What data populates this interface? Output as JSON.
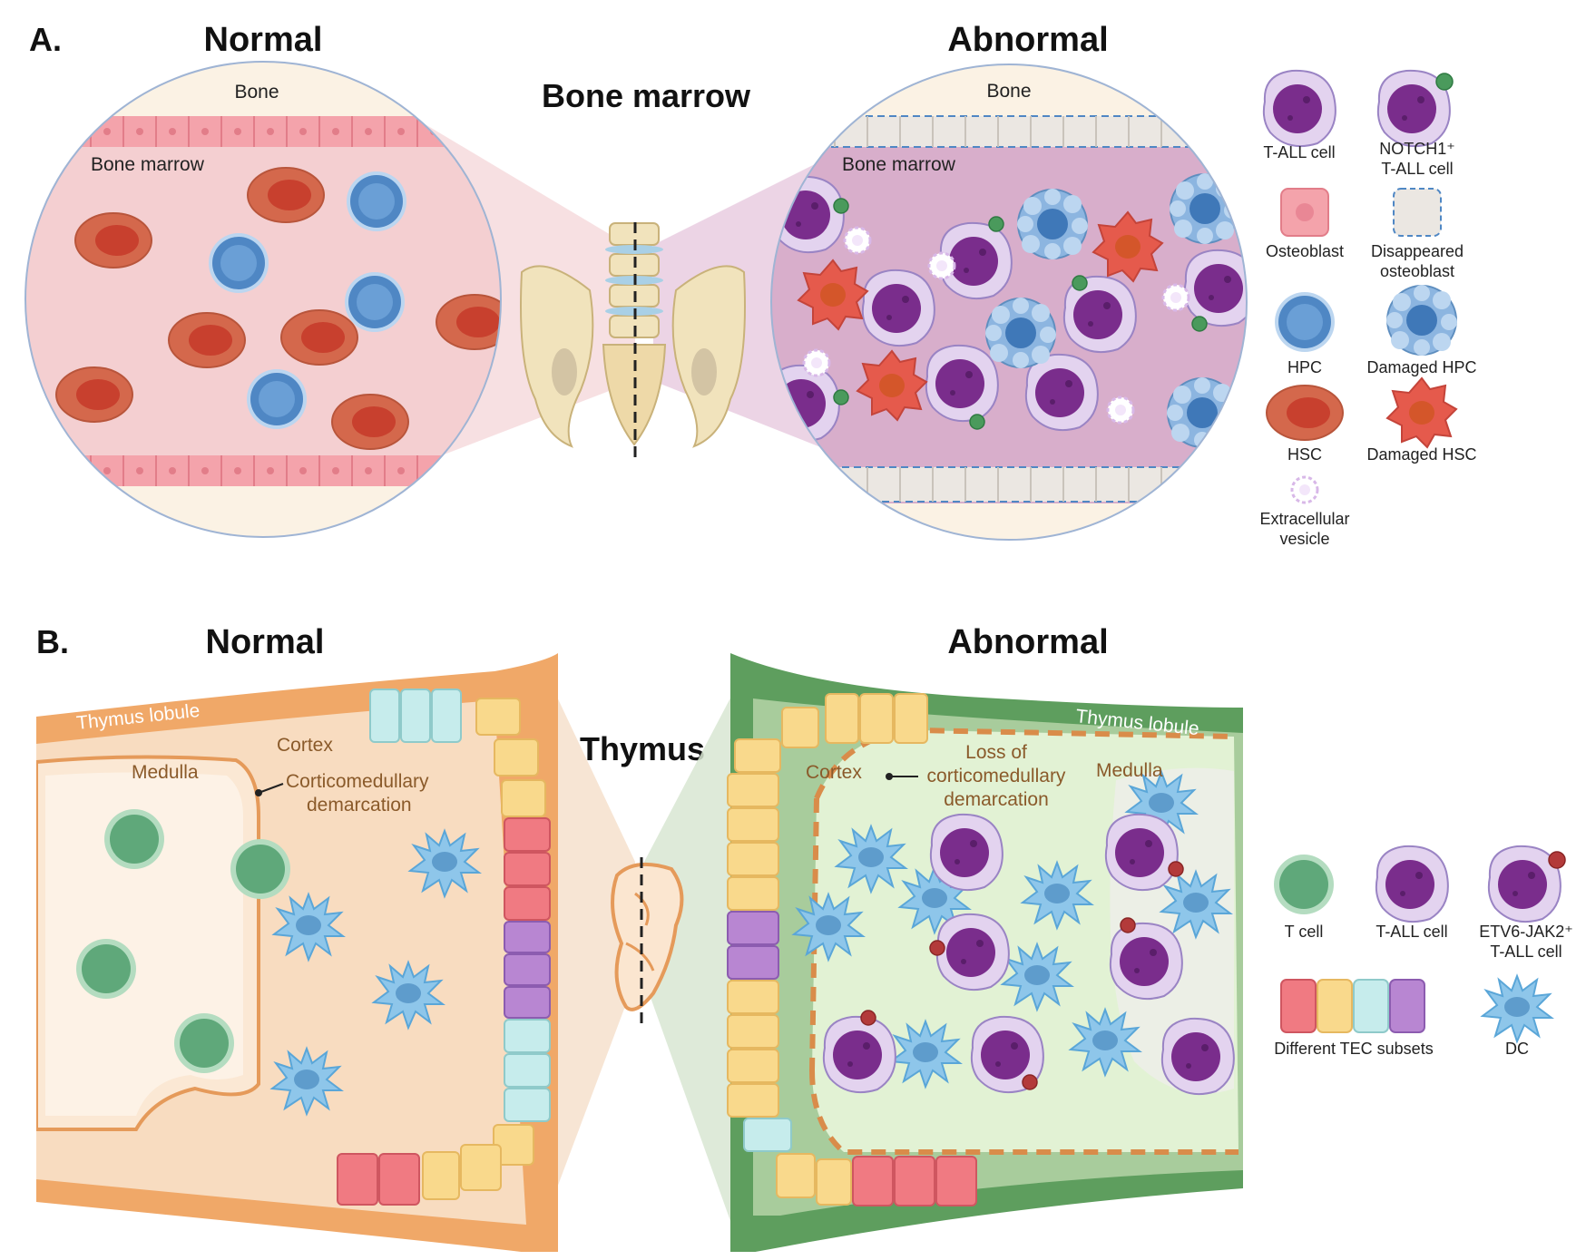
{
  "panel_a": {
    "letter": "A.",
    "normal": "Normal",
    "abnormal": "Abnormal",
    "center": "Bone marrow",
    "bone_left": "Bone",
    "marrow_left": "Bone marrow",
    "bone_right": "Bone",
    "marrow_right": "Bone marrow",
    "legend": {
      "tall": "T-ALL cell",
      "notch1_l1": "NOTCH1⁺",
      "notch1_l2": "T-ALL cell",
      "osteoblast": "Osteoblast",
      "dis_l1": "Disappeared",
      "dis_l2": "osteoblast",
      "hpc": "HPC",
      "dhpc": "Damaged HPC",
      "hsc": "HSC",
      "dhsc": "Damaged HSC",
      "ev_l1": "Extracellular",
      "ev_l2": "vesicle"
    }
  },
  "panel_b": {
    "letter": "B.",
    "normal": "Normal",
    "abnormal": "Abnormal",
    "center": "Thymus",
    "left": {
      "lobule": "Thymus lobule",
      "cortex": "Cortex",
      "medulla": "Medulla",
      "cmd_l1": "Corticomedullary",
      "cmd_l2": "demarcation"
    },
    "right": {
      "lobule": "Thymus lobule",
      "cortex": "Cortex",
      "loss_l1": "Loss of",
      "loss_l2": "corticomedullary",
      "loss_l3": "demarcation",
      "medulla": "Medulla"
    },
    "legend": {
      "tcell": "T cell",
      "tall": "T-ALL cell",
      "etv_l1": "ETV6-JAK2⁺",
      "etv_l2": "T-ALL cell",
      "tec": "Different TEC subsets",
      "dc": "DC"
    }
  },
  "colors": {
    "osteoblast": "#f4a3ab",
    "hpc": "#4f87c4",
    "hsc": "#d95f45",
    "tall": "#7a2d8c",
    "tcell": "#5fa87a",
    "dc": "#5aa6d8",
    "thymus_normal": "#f0a868",
    "thymus_abnormal": "#5e9e5e"
  }
}
